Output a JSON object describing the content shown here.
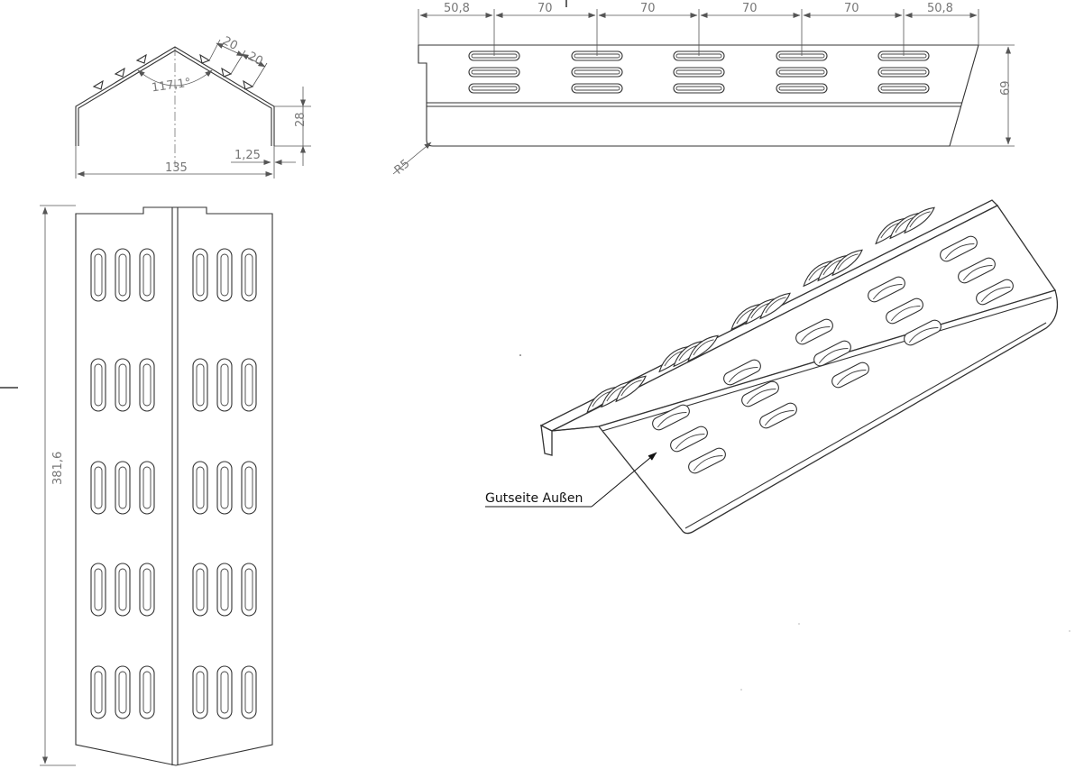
{
  "dimensions": {
    "top_view": {
      "width": "135",
      "height": "28",
      "thickness": "1,25",
      "angle": "117,1°",
      "spacing_1": "20",
      "spacing_2": "20"
    },
    "side_view": {
      "segments": [
        "50,8",
        "70",
        "70",
        "70",
        "70",
        "50,8"
      ],
      "height": "69",
      "radius": "R5"
    },
    "front_view": {
      "length": "381,6"
    }
  },
  "annotation": {
    "label": "Gutseite Außen"
  }
}
